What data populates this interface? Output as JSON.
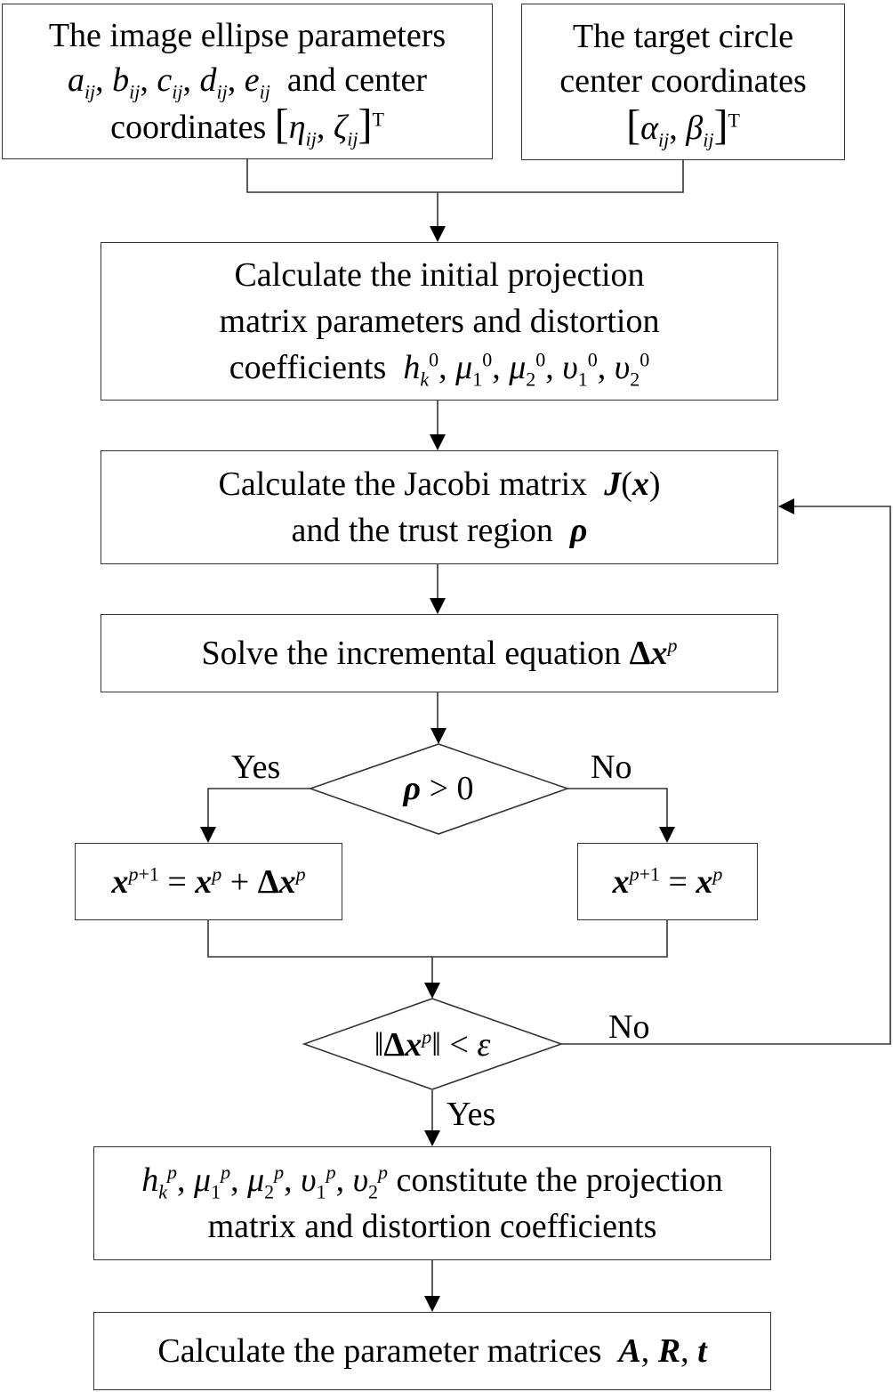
{
  "nodes": {
    "ellipse_params": {
      "line1": "The image ellipse parameters",
      "and_center": "and center",
      "coordinates": "coordinates"
    },
    "target_circle": {
      "line1": "The target circle",
      "line2": "center coordinates"
    },
    "initial": {
      "line1": "Calculate the initial projection",
      "line2": "matrix parameters and distortion",
      "line3": "coefficients"
    },
    "jacobi": {
      "line1": "Calculate the Jacobi matrix",
      "line2": "and the trust region"
    },
    "solve": {
      "line1": "Solve the incremental equation"
    },
    "constitute": {
      "line1": "constitute the projection",
      "line2": "matrix and distortion coefficients"
    },
    "final": {
      "line1": "Calculate the parameter matrices"
    }
  },
  "labels": {
    "yes_left": "Yes",
    "no_right": "No",
    "no_loop": "No",
    "yes_down": "Yes"
  }
}
